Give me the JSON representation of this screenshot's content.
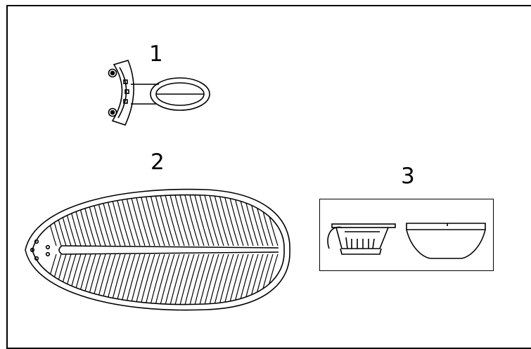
{
  "labels": {
    "part1": "1",
    "part2": "2",
    "part3": "3"
  },
  "colors": {
    "line": "#000000",
    "background": "#ffffff"
  },
  "parts": [
    {
      "label": "1",
      "icon": "blade-bracket-icon"
    },
    {
      "label": "2",
      "icon": "fan-blade-icon"
    },
    {
      "label": "3",
      "icon": "light-kit-icon"
    }
  ]
}
